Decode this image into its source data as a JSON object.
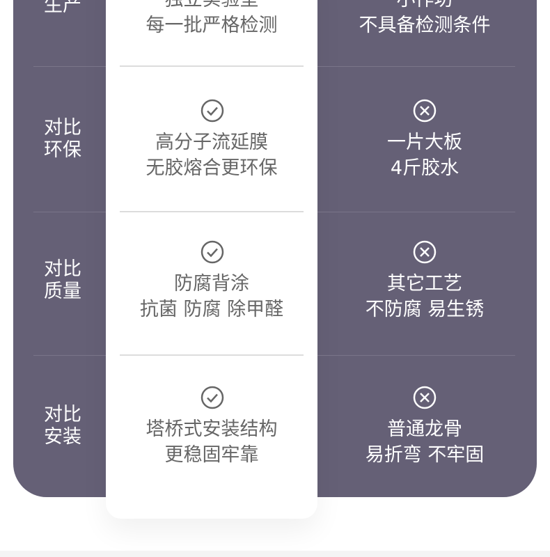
{
  "rows": [
    {
      "label": [
        "生产"
      ],
      "ours": [
        "独立实验室",
        "每一批严格检测"
      ],
      "theirs": [
        "小作坊",
        "不具备检测条件"
      ]
    },
    {
      "label": [
        "对比",
        "环保"
      ],
      "ours": [
        "高分子流延膜",
        "无胶熔合更环保"
      ],
      "theirs": [
        "一片大板",
        "4斤胶水"
      ]
    },
    {
      "label": [
        "对比",
        "质量"
      ],
      "ours": [
        "防腐背涂",
        "抗菌 防腐 除甲醛"
      ],
      "theirs": [
        "其它工艺",
        "不防腐 易生锈"
      ]
    },
    {
      "label": [
        "对比",
        "安装"
      ],
      "ours": [
        "塔桥式安装结构",
        "更稳固牢靠"
      ],
      "theirs": [
        "普通龙骨",
        "易折弯 不牢固"
      ]
    }
  ],
  "colors": {
    "panel": "#656076",
    "card": "#ffffff",
    "ours_text": "#666666",
    "theirs_text": "#ffffff"
  }
}
